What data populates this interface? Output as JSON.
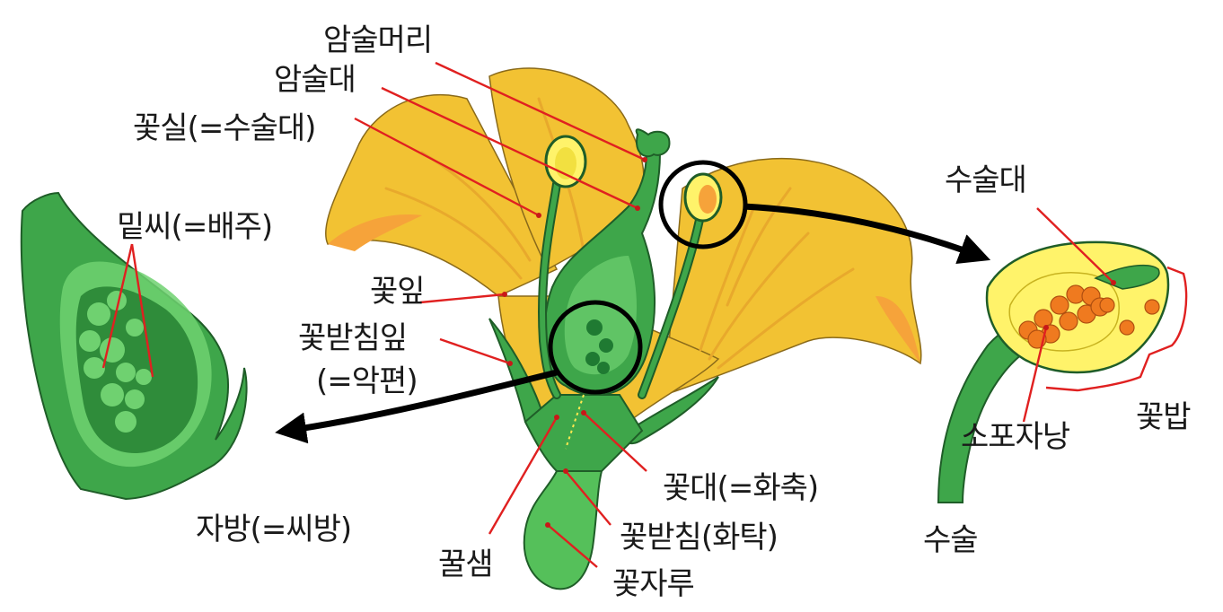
{
  "labels": {
    "stigma": "암술머리",
    "style": "암술대",
    "filament": "꽃실(=수술대)",
    "ovule": "밑씨(=배주)",
    "petal": "꽃잎",
    "sepal": "꽃받침잎",
    "sepal_alt": "(=악편)",
    "ovary": "자방(=씨방)",
    "nectary": "꿀샘",
    "axis": "꽃대(=화축)",
    "receptacle": "꽃받침(화탁)",
    "peduncle": "꽃자루",
    "stamen_filament": "수술대",
    "sporangium": "소포자낭",
    "pollen": "꽃밥",
    "stamen": "수술"
  },
  "colors": {
    "petal": "#f2c233",
    "petal_shade": "#e8a92c",
    "petal_inner": "#f6a33a",
    "green": "#3ea64a",
    "green_dark": "#1f7a32",
    "green_light": "#6fd170",
    "anther_yellow": "#fff36a",
    "pollen": "#ef7a1f",
    "leader": "#e02020"
  }
}
